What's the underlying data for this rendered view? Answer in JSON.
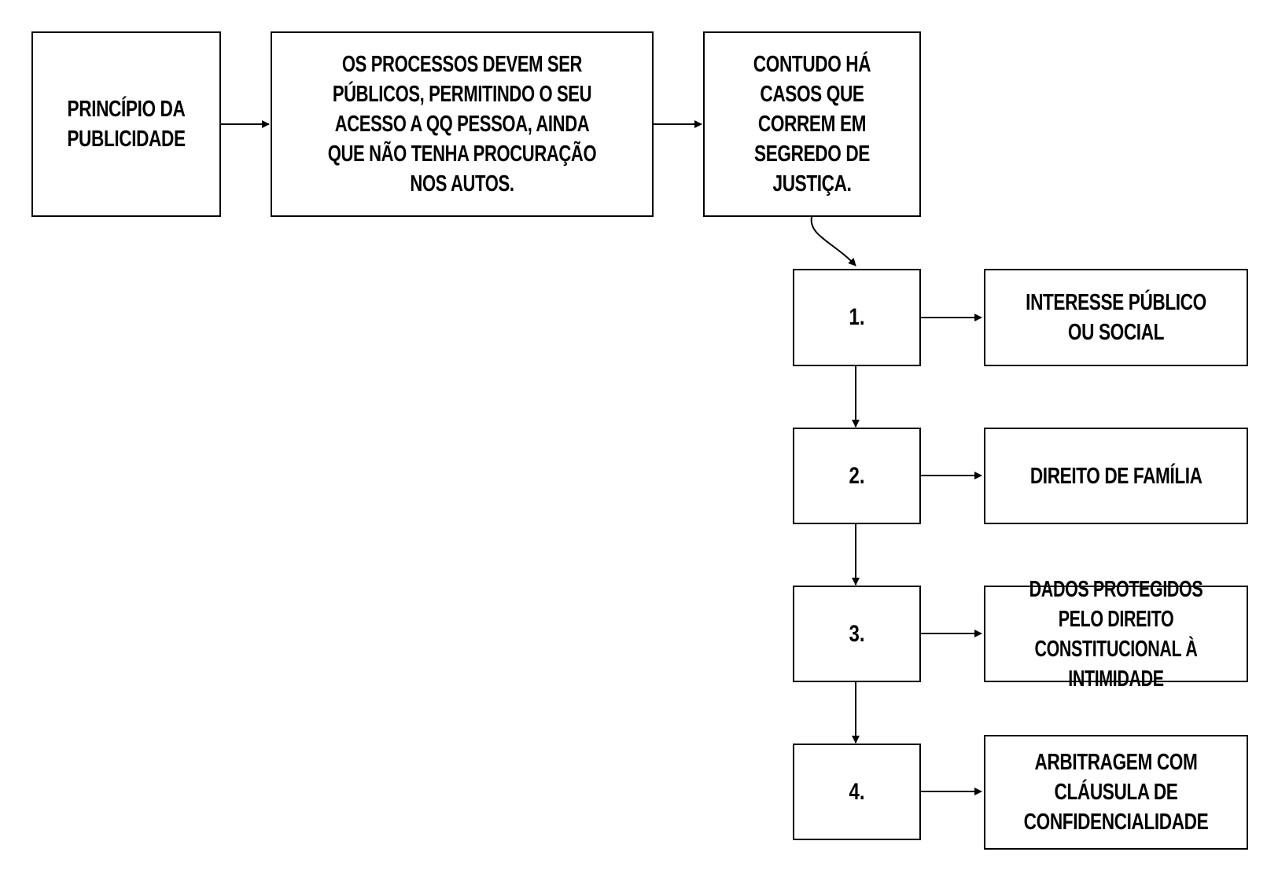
{
  "nodes": {
    "principio": "PRINCÍPIO DA PUBLICIDADE",
    "processos": "OS PROCESSOS DEVEM SER PÚBLICOS, PERMITINDO O SEU ACESSO A QQ PESSOA, AINDA QUE NÃO TENHA PROCURAÇÃO NOS AUTOS.",
    "contudo": "CONTUDO HÁ CASOS QUE CORREM EM SEGREDO DE JUSTIÇA.",
    "cases": [
      {
        "number": "1.",
        "label": "INTERESSE PÚBLICO OU SOCIAL"
      },
      {
        "number": "2.",
        "label": "DIREITO DE FAMÍLIA"
      },
      {
        "number": "3.",
        "label": "DADOS PROTEGIDOS PELO DIREITO CONSTITUCIONAL À INTIMIDADE"
      },
      {
        "number": "4.",
        "label": "ARBITRAGEM COM CLÁUSULA DE CONFIDENCIALIDADE"
      }
    ]
  }
}
